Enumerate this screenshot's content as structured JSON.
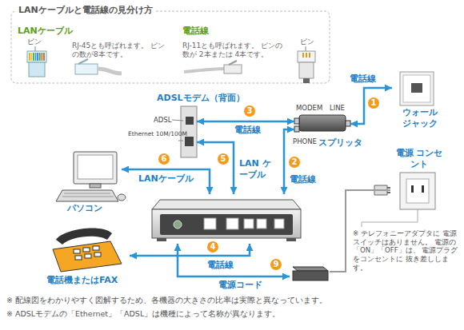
{
  "diagram": {
    "nodes": [
      {
        "text": [
          "LANケーブルと電話線の見分け方"
        ]
      },
      {
        "text": [
          "ウォール ジャック"
        ]
      },
      {
        "text": [
          "スプリッタ"
        ]
      },
      {
        "text": [
          "ADSLモデム（背面）",
          "ADSL",
          "Ethernet 10M/100M"
        ]
      },
      {
        "text": [
          "パソコン"
        ]
      },
      {
        "text": []
      },
      {
        "text": [
          "電話機またはFAX"
        ]
      },
      {
        "text": [
          "電源 コンセント"
        ]
      },
      {
        "text": []
      }
    ],
    "edges": [
      {
        "from": 1,
        "to": 2,
        "arrow": "both",
        "label": "電話線"
      },
      {
        "from": 2,
        "to": 5,
        "arrow": "both",
        "label": "電話線"
      },
      {
        "from": 3,
        "to": 2,
        "arrow": "both",
        "label": "電話線"
      },
      {
        "from": 3,
        "to": 5,
        "arrow": "both",
        "label": "LAN ケーブル"
      },
      {
        "from": 4,
        "to": 5,
        "arrow": "both",
        "label": "LANケーブル"
      },
      {
        "from": 5,
        "to": 6,
        "arrow": "both",
        "label": "電話線"
      },
      {
        "from": 5,
        "to": 8,
        "arrow": "both",
        "label": "電源コード"
      },
      {
        "from": 8,
        "to": 7,
        "arrow": "none"
      }
    ],
    "labels": [
      "LANケーブル",
      "ピン",
      "RJ-45とも呼ばれます。 ピンの数が8本です。",
      "電話線",
      "RJ-11とも呼ばれます。 ピンの数が 2本または 4本です。",
      "ピン",
      "MODEM",
      "LINE",
      "PHONE",
      "1",
      "3",
      "2",
      "5",
      "6",
      "4",
      "9",
      "※ テレフォニーアダプタに 電源スイッチはありません。 電源の「ON」「OFF」は、 電源プラグをコンセントに 抜き差しします。",
      "※ 配線図をわかりやすく図解するため、各機器の大きさの比率は実際と異なっています。",
      "※ ADSLモデムの「Ethernet」「ADSL」は機種によって名称が異なります。"
    ]
  }
}
